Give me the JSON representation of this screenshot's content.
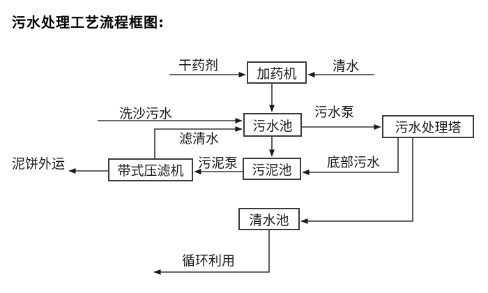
{
  "title": "污水处理工艺流程框图:",
  "diagram": {
    "nodes": {
      "dosing_machine": "加药机",
      "sewage_pool": "污水池",
      "treatment_tower": "污水处理塔",
      "sludge_pool": "污泥池",
      "belt_filter_press": "带式压滤机",
      "clean_water_pool": "清水池"
    },
    "edge_labels": {
      "dry_chemical": "干药剂",
      "clean_water": "清水",
      "sand_washing_sewage": "洗沙污水",
      "sewage_pump": "污水泵",
      "filtered_water": "滤清水",
      "sludge_pump": "污泥泵",
      "bottom_sewage": "底部污水",
      "mud_cake_out": "泥饼外运",
      "recycle_use": "循环利用"
    },
    "colors": {
      "line": "#333333",
      "box_border": "#3a3a3a",
      "text": "#1a1a1a",
      "background": "#ffffff"
    }
  }
}
